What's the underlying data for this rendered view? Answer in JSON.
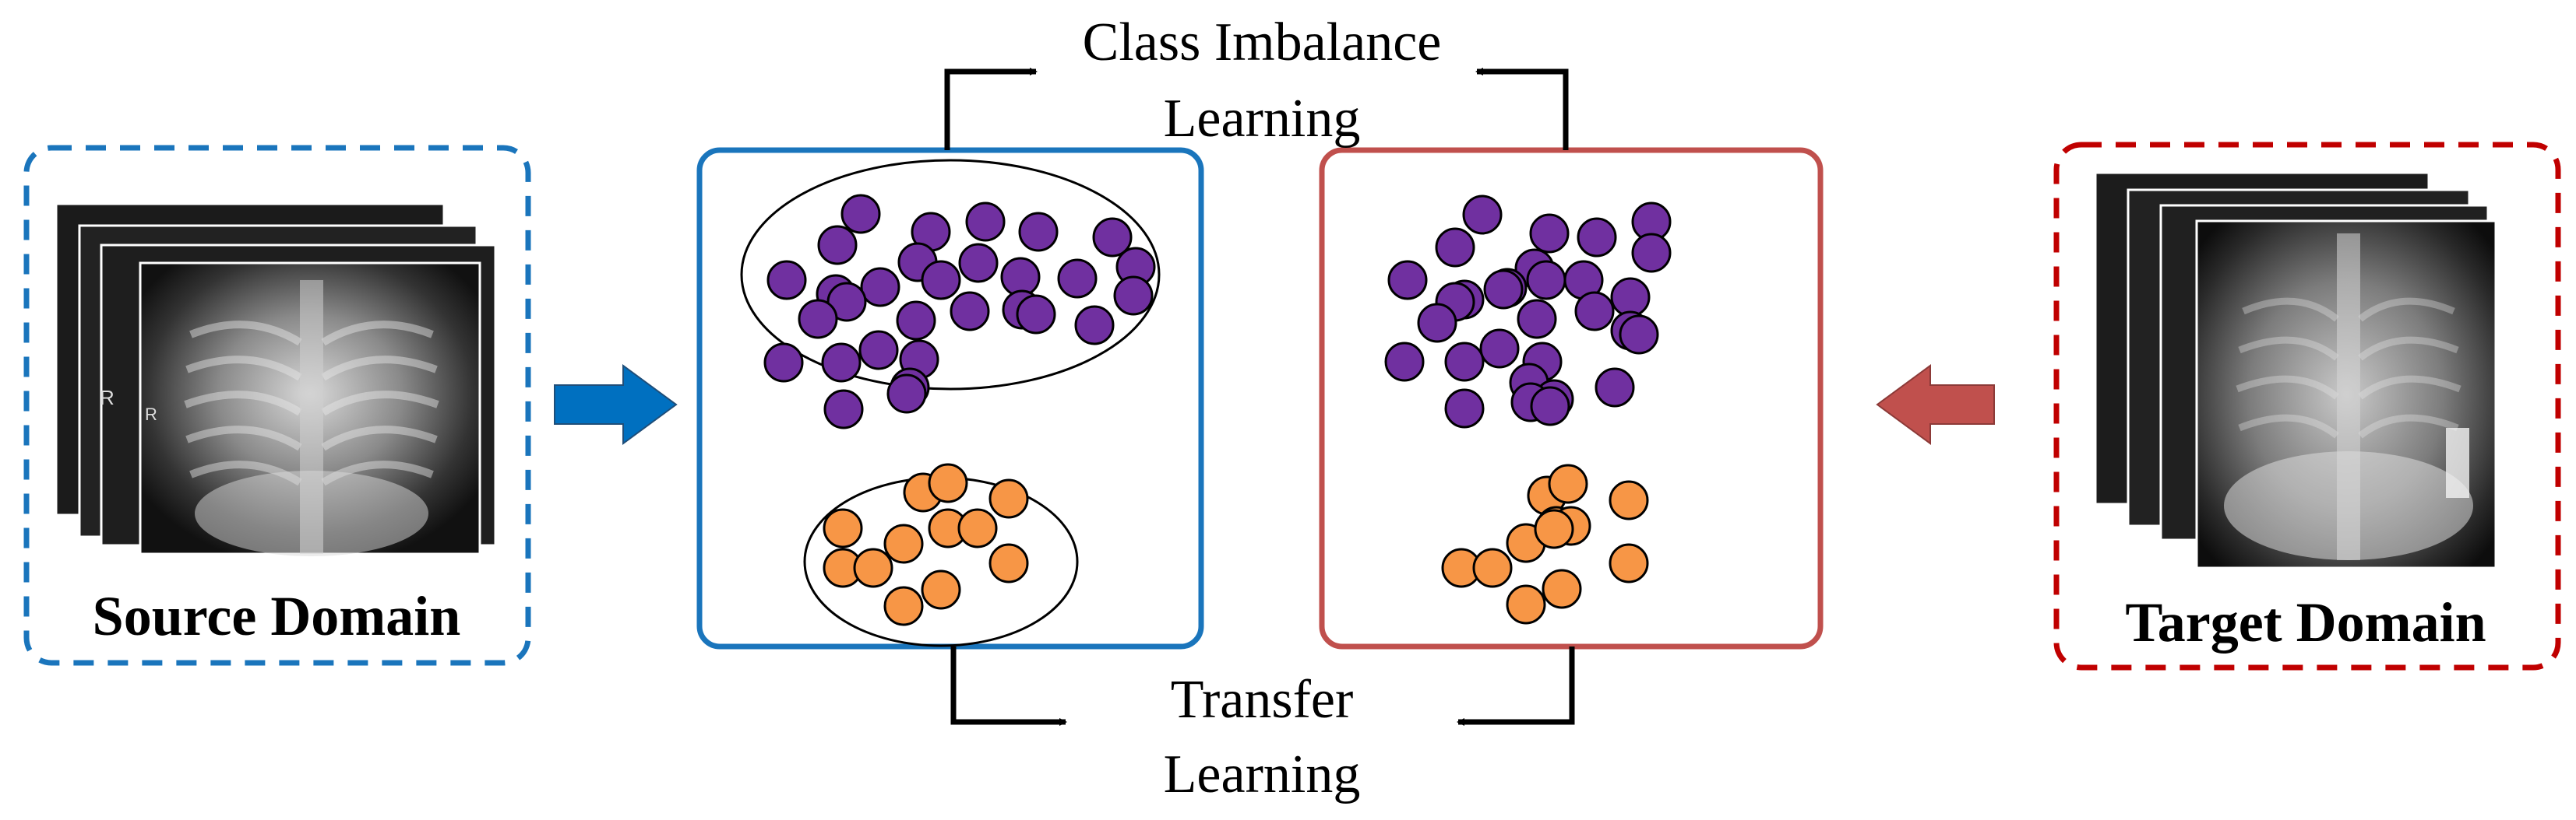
{
  "labels": {
    "class_imbalance_line1": "Class Imbalance",
    "class_imbalance_line2": "Learning",
    "transfer_line1": "Transfer",
    "transfer_line2": "Learning",
    "source_domain": "Source Domain",
    "target_domain": "Target Domain"
  },
  "colors": {
    "source_accent": "#1a75bc",
    "target_accent": "#c0504d",
    "target_domain_border": "#c00000",
    "majority_class": "#7030a0",
    "minority_class": "#f79646",
    "arrow_blue": "#0070c0",
    "arrow_red": "#c0504d"
  },
  "icons": {
    "source_images": "chest-xray-stack-icon",
    "target_images": "chest-xray-stack-icon",
    "flow_arrows": "arrow-icon"
  }
}
